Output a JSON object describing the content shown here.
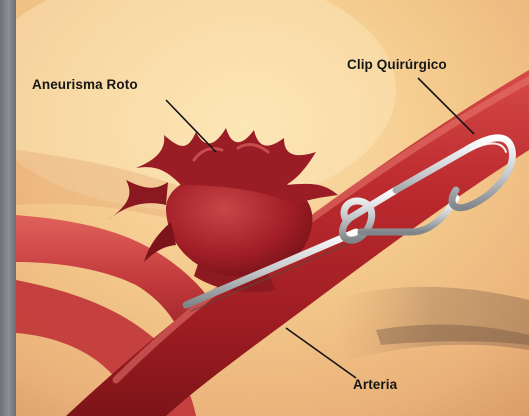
{
  "labels": {
    "aneurysm": "Aneurisma Roto",
    "clip": "Clip Quirúrgico",
    "artery": "Arteria"
  },
  "colors": {
    "background_warm": "#f3c98a",
    "artery_red": "#b8262b",
    "aneurysm_red": "#a51d24",
    "clip_silver": "#d8dcde",
    "frame_gray": "#7b7e83"
  }
}
